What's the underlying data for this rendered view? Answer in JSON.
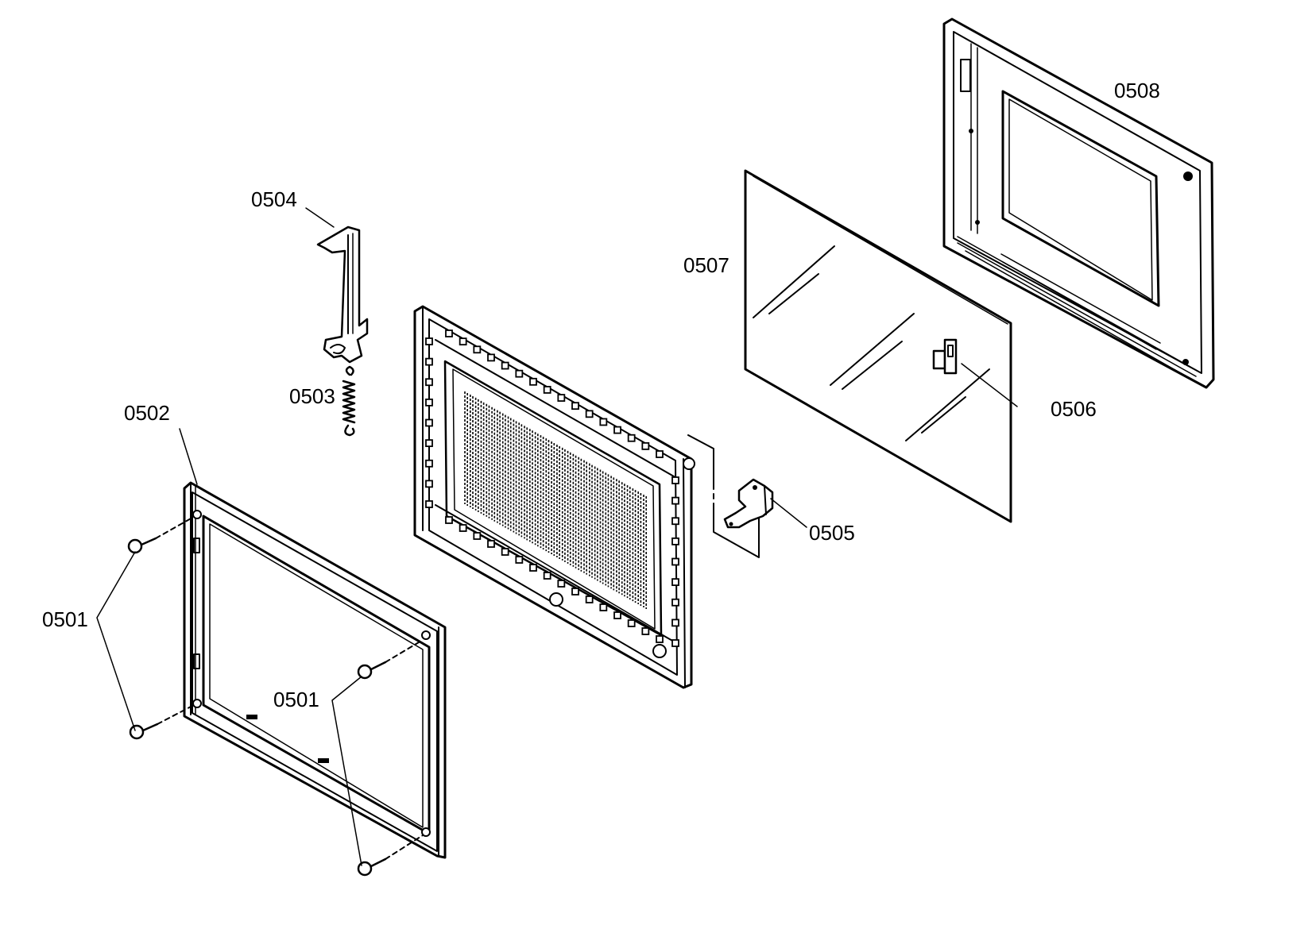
{
  "diagram": {
    "labels": {
      "p0501_left": "0501",
      "p0501_right": "0501",
      "p0502": "0502",
      "p0503": "0503",
      "p0504": "0504",
      "p0505": "0505",
      "p0506": "0506",
      "p0507": "0507",
      "p0508": "0508"
    }
  }
}
